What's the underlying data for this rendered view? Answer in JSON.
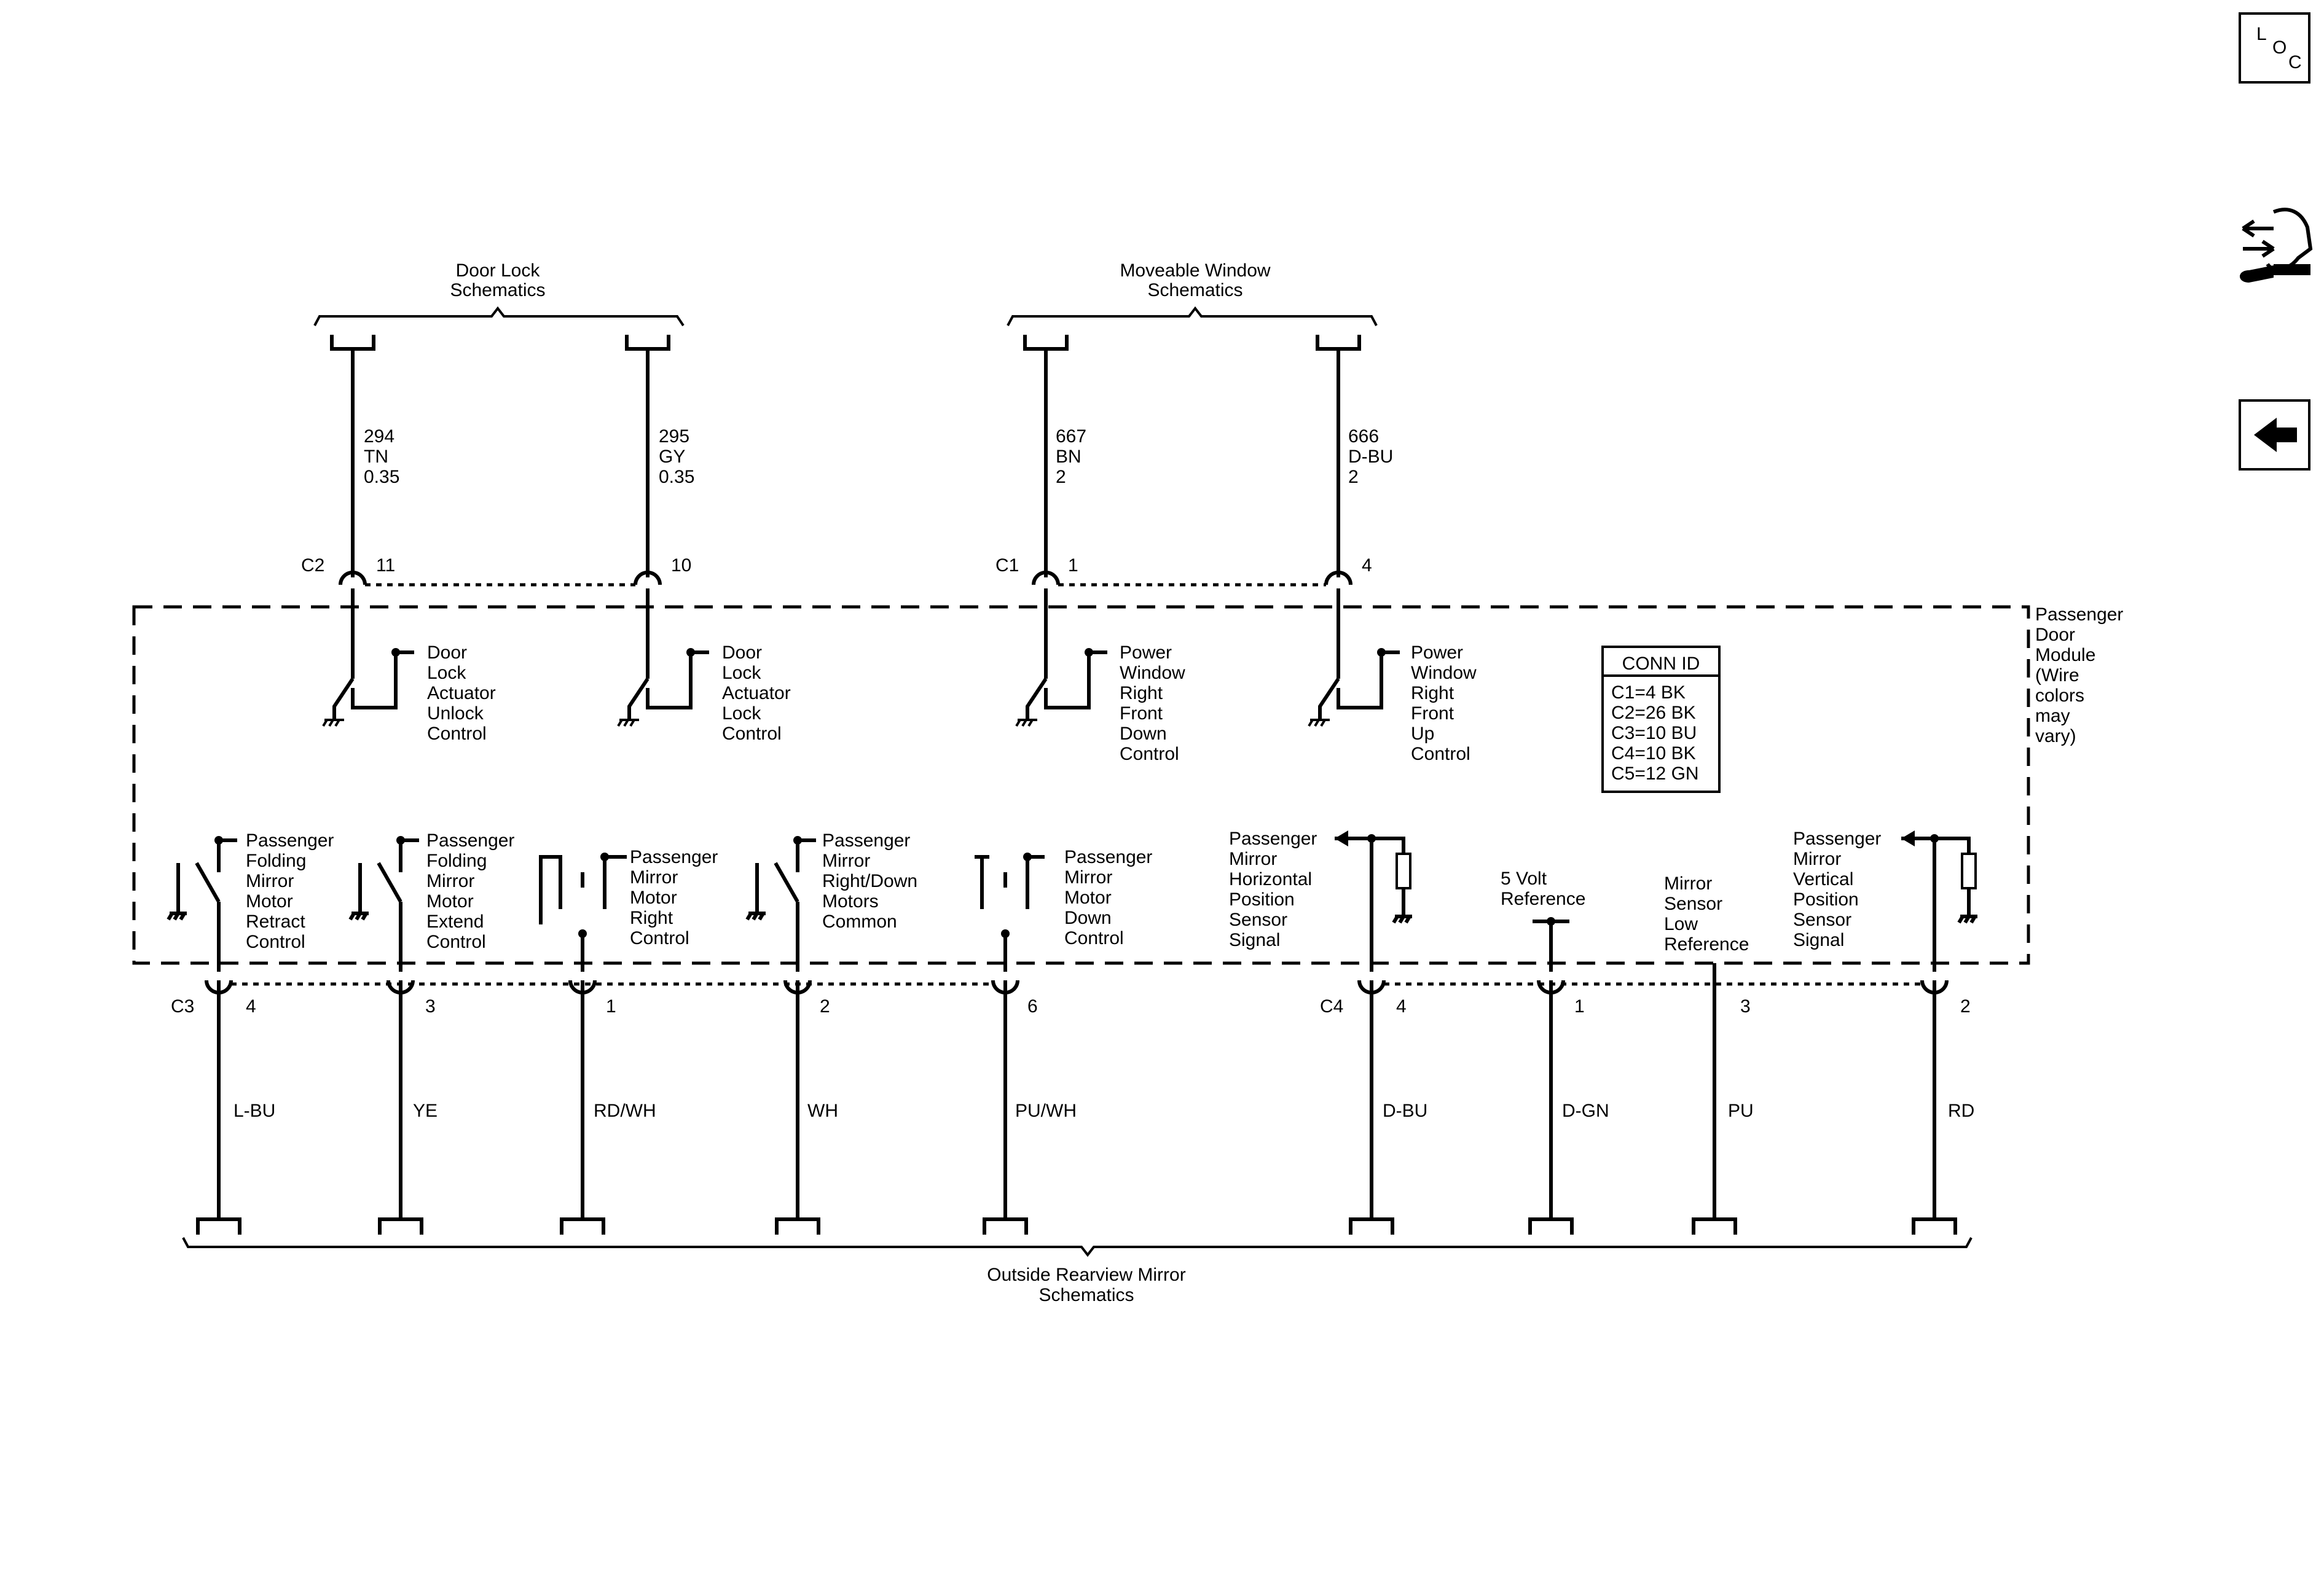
{
  "icons": {
    "loc": {
      "l": "L",
      "o": "O",
      "c": "C"
    },
    "navigation": "wrench-arrows-icon",
    "back": "back-arrow-icon"
  },
  "top_groups": {
    "door_lock": {
      "line1": "Door Lock",
      "line2": "Schematics"
    },
    "moveable_window": {
      "line1": "Moveable Window",
      "line2": "Schematics"
    }
  },
  "bottom_group": {
    "line1": "Outside Rearview Mirror",
    "line2": "Schematics"
  },
  "module": {
    "name": [
      "Passenger",
      "Door",
      "Module",
      "(Wire",
      "colors",
      "may",
      "vary)"
    ],
    "conn_id": {
      "title": "CONN ID",
      "rows": [
        "C1=4 BK",
        "C2=26 BK",
        "C3=10 BU",
        "C4=10 BK",
        "C5=12 GN"
      ]
    }
  },
  "top_wires": [
    {
      "circuit": "294",
      "color": "TN",
      "gauge": "0.35",
      "connector": "C2",
      "pin": "11",
      "function": [
        "Door",
        "Lock",
        "Actuator",
        "Unlock",
        "Control"
      ]
    },
    {
      "circuit": "295",
      "color": "GY",
      "gauge": "0.35",
      "connector": "",
      "pin": "10",
      "function": [
        "Door",
        "Lock",
        "Actuator",
        "Lock",
        "Control"
      ]
    },
    {
      "circuit": "667",
      "color": "BN",
      "gauge": "2",
      "connector": "C1",
      "pin": "1",
      "function": [
        "Power",
        "Window",
        "Right",
        "Front",
        "Down",
        "Control"
      ]
    },
    {
      "circuit": "666",
      "color": "D-BU",
      "gauge": "2",
      "connector": "",
      "pin": "4",
      "function": [
        "Power",
        "Window",
        "Right",
        "Front",
        "Up",
        "Control"
      ]
    }
  ],
  "bottom_wires": [
    {
      "connector": "C3",
      "pin": "4",
      "color": "L-BU",
      "function": [
        "Passenger",
        "Folding",
        "Mirror",
        "Motor",
        "Retract",
        "Control"
      ]
    },
    {
      "connector": "",
      "pin": "3",
      "color": "YE",
      "function": [
        "Passenger",
        "Folding",
        "Mirror",
        "Motor",
        "Extend",
        "Control"
      ]
    },
    {
      "connector": "",
      "pin": "1",
      "color": "RD/WH",
      "function": [
        "Passenger",
        "Mirror",
        "Motor",
        "Right",
        "Control"
      ]
    },
    {
      "connector": "",
      "pin": "2",
      "color": "WH",
      "function": [
        "Passenger",
        "Mirror",
        "Right/Down",
        "Motors",
        "Common"
      ]
    },
    {
      "connector": "",
      "pin": "6",
      "color": "PU/WH",
      "function": [
        "Passenger",
        "Mirror",
        "Motor",
        "Down",
        "Control"
      ]
    },
    {
      "connector": "C4",
      "pin": "4",
      "color": "D-BU",
      "function": [
        "Passenger",
        "Mirror",
        "Horizontal",
        "Position",
        "Sensor",
        "Signal"
      ]
    },
    {
      "connector": "",
      "pin": "1",
      "color": "D-GN",
      "function": [
        "5 Volt",
        "Reference"
      ]
    },
    {
      "connector": "",
      "pin": "3",
      "color": "PU",
      "function": [
        "Mirror",
        "Sensor",
        "Low",
        "Reference"
      ]
    },
    {
      "connector": "",
      "pin": "2",
      "color": "RD",
      "function": [
        "Passenger",
        "Mirror",
        "Vertical",
        "Position",
        "Sensor",
        "Signal"
      ]
    }
  ]
}
